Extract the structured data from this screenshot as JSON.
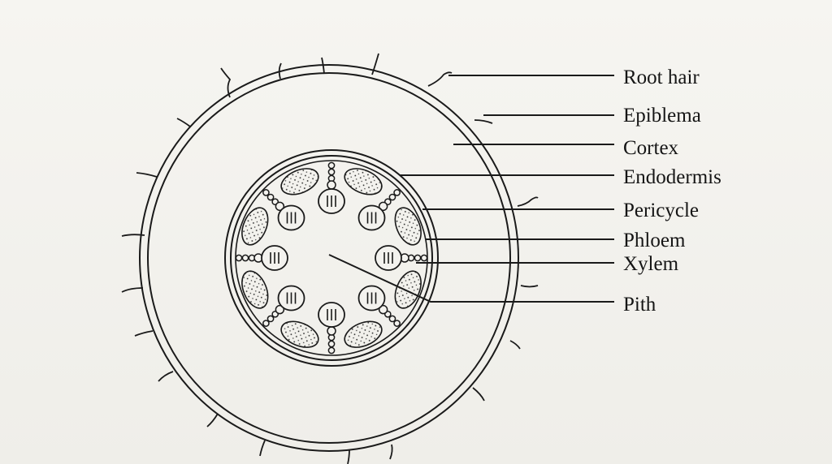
{
  "labels": {
    "root_hair": "Root hair",
    "epiblema": "Epiblema",
    "cortex": "Cortex",
    "endodermis": "Endodermis",
    "pericycle": "Pericycle",
    "phloem": "Phloem",
    "xylem": "Xylem",
    "pith": "Pith"
  },
  "colors": {
    "ink": "#1a1a1a",
    "paper": "#f3f2ee"
  }
}
